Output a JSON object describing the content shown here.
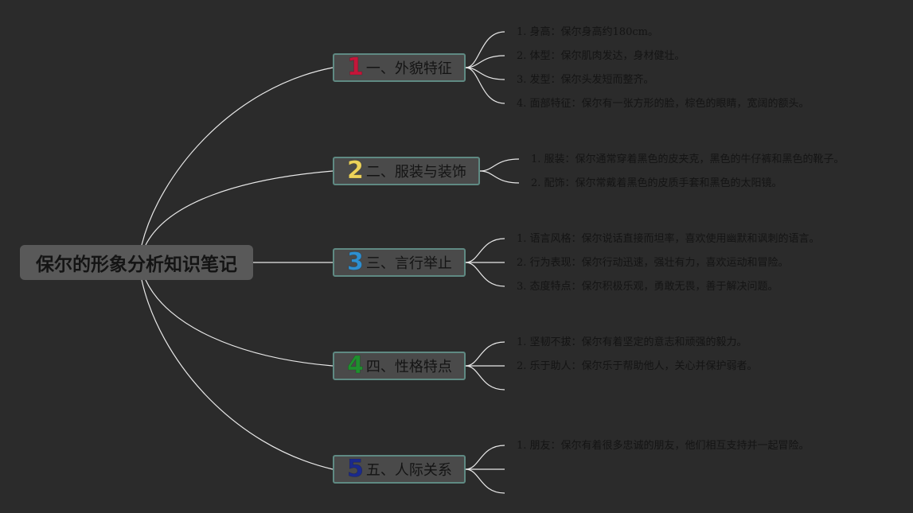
{
  "root": {
    "label": "保尔的形象分析知识笔记"
  },
  "branches": [
    {
      "number": "1",
      "number_color": "#c4163a",
      "label": "一、外貌特征",
      "items": [
        "1. 身高：保尔身高约180cm。",
        "2. 体型：保尔肌肉发达，身材健壮。",
        "3. 发型：保尔头发短而整齐。",
        "4. 面部特征：保尔有一张方形的脸，棕色的眼睛，宽阔的额头。"
      ]
    },
    {
      "number": "2",
      "number_color": "#ecd25a",
      "label": "二、服装与装饰",
      "items": [
        "1. 服装：保尔通常穿着黑色的皮夹克，黑色的牛仔裤和黑色的靴子。",
        "2. 配饰：保尔常戴着黑色的皮质手套和黑色的太阳镜。"
      ]
    },
    {
      "number": "3",
      "number_color": "#2e8fd1",
      "label": "三、言行举止",
      "items": [
        "1. 语言风格：保尔说话直接而坦率，喜欢使用幽默和讽刺的语言。",
        "2. 行为表现：保尔行动迅速，强壮有力，喜欢运动和冒险。",
        "3. 态度特点：保尔积极乐观，勇敢无畏，善于解决问题。"
      ]
    },
    {
      "number": "4",
      "number_color": "#1f8f2e",
      "label": "四、性格特点",
      "items": [
        "1. 坚韧不拔：保尔有着坚定的意志和顽强的毅力。",
        "2. 乐于助人：保尔乐于帮助他人，关心并保护弱者。",
        ""
      ]
    },
    {
      "number": "5",
      "number_color": "#1b2a8c",
      "label": "五、人际关系",
      "items": [
        "1. 朋友：保尔有着很多忠诚的朋友，他们相互支持并一起冒险。",
        "",
        ""
      ]
    }
  ]
}
